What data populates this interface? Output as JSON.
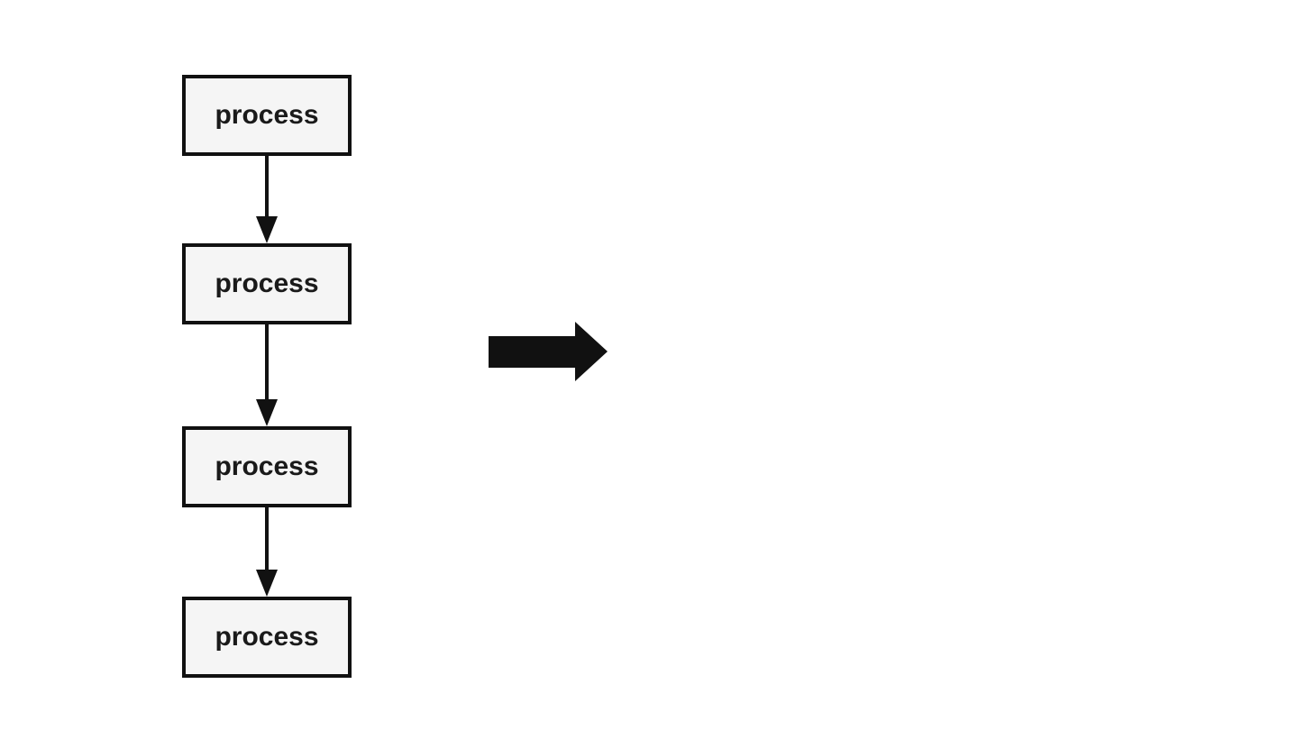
{
  "diagram": {
    "title": "vertical process flowchart",
    "nodes": [
      {
        "label": "process"
      },
      {
        "label": "process"
      },
      {
        "label": "process"
      },
      {
        "label": "process"
      }
    ],
    "connectors": [
      {
        "from": 0,
        "to": 1,
        "direction": "down"
      },
      {
        "from": 1,
        "to": 2,
        "direction": "down"
      },
      {
        "from": 2,
        "to": 3,
        "direction": "down"
      }
    ],
    "transform_arrow": {
      "direction": "right"
    },
    "colors": {
      "node_fill": "#f5f5f5",
      "node_border": "#111111",
      "arrow": "#111111",
      "text": "#1a1a1a",
      "background": "#ffffff"
    }
  }
}
